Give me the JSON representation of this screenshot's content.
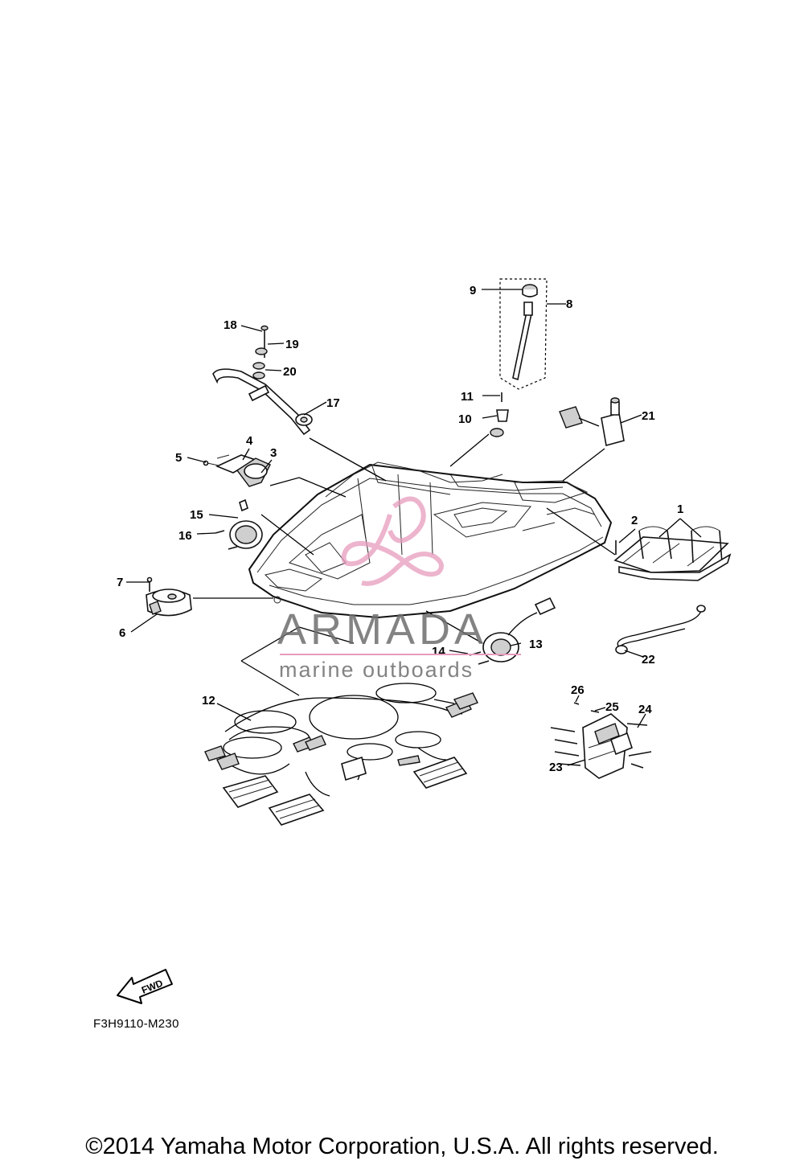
{
  "diagram": {
    "callouts": [
      "1",
      "2",
      "3",
      "4",
      "5",
      "6",
      "7",
      "8",
      "9",
      "10",
      "11",
      "12",
      "13",
      "14",
      "15",
      "16",
      "17",
      "18",
      "19",
      "20",
      "21",
      "22",
      "23",
      "24",
      "25",
      "26"
    ],
    "reference_code": "F3H9110-M230",
    "fwd_label": "FWD",
    "copyright": "©2014 Yamaha Motor Corporation, U.S.A. All rights reserved."
  },
  "watermark": {
    "brand": "ARMADA",
    "tagline": "marine outboards",
    "accent_color": "#e79bbd",
    "text_color": "#6e6e6e"
  }
}
